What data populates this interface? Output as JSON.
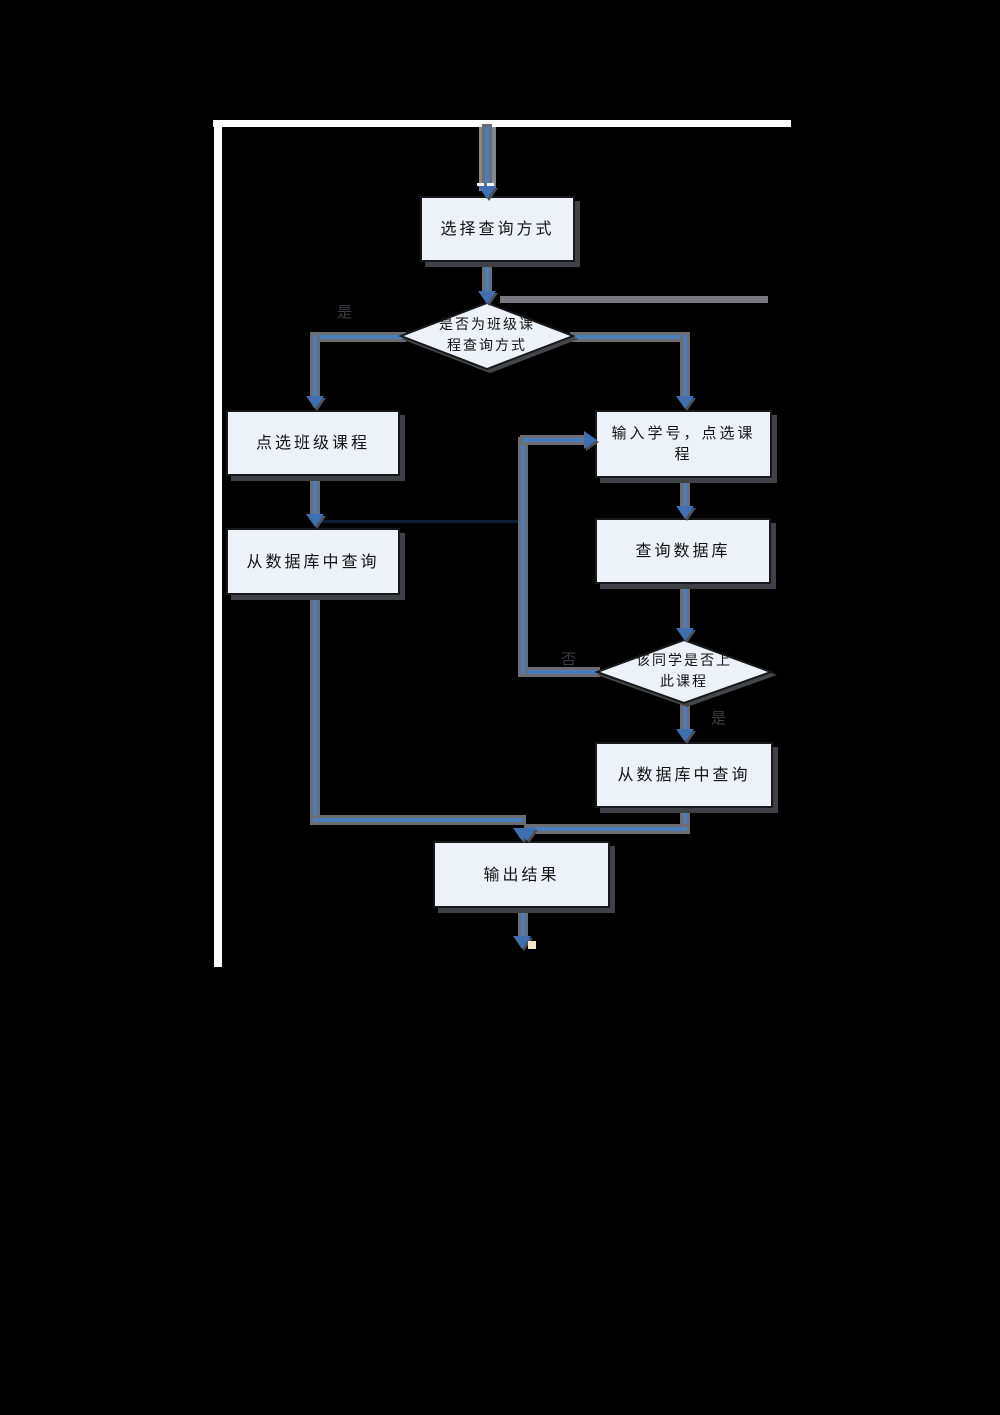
{
  "page": {
    "background": "#000000",
    "frame_color": "#ffffff"
  },
  "colors": {
    "node_fill": "#edf1f8",
    "node_border": "#17181a",
    "connector_blue": "#4a7ebb",
    "connector_halo": "#6b6d72",
    "arrowhead_blue": "#3f6fb0",
    "shadow_gray": "#404146",
    "edge_label_gray": "#3b3d40"
  },
  "flowchart": {
    "nodes": [
      {
        "id": "start",
        "type": "process",
        "label": "选择查询方式"
      },
      {
        "id": "decision-query-mode",
        "type": "decision",
        "label": "是否为班级课\n程查询方式"
      },
      {
        "id": "select-class-course",
        "type": "process",
        "label": "点选班级课程"
      },
      {
        "id": "query-db-left",
        "type": "process",
        "label": "从数据库中查询"
      },
      {
        "id": "enter-student-id",
        "type": "process",
        "label": "输入学号，点选课\n程"
      },
      {
        "id": "query-database",
        "type": "process",
        "label": "查询数据库"
      },
      {
        "id": "decision-student-course",
        "type": "decision",
        "label": "该同学是否上\n此课程"
      },
      {
        "id": "query-db-right",
        "type": "process",
        "label": "从数据库中查询"
      },
      {
        "id": "output-result",
        "type": "process",
        "label": "输出结果"
      }
    ],
    "edge_labels": [
      {
        "id": "decision1-yes",
        "text": "是"
      },
      {
        "id": "decision2-no",
        "text": "否"
      },
      {
        "id": "decision2-yes",
        "text": "是"
      }
    ]
  }
}
